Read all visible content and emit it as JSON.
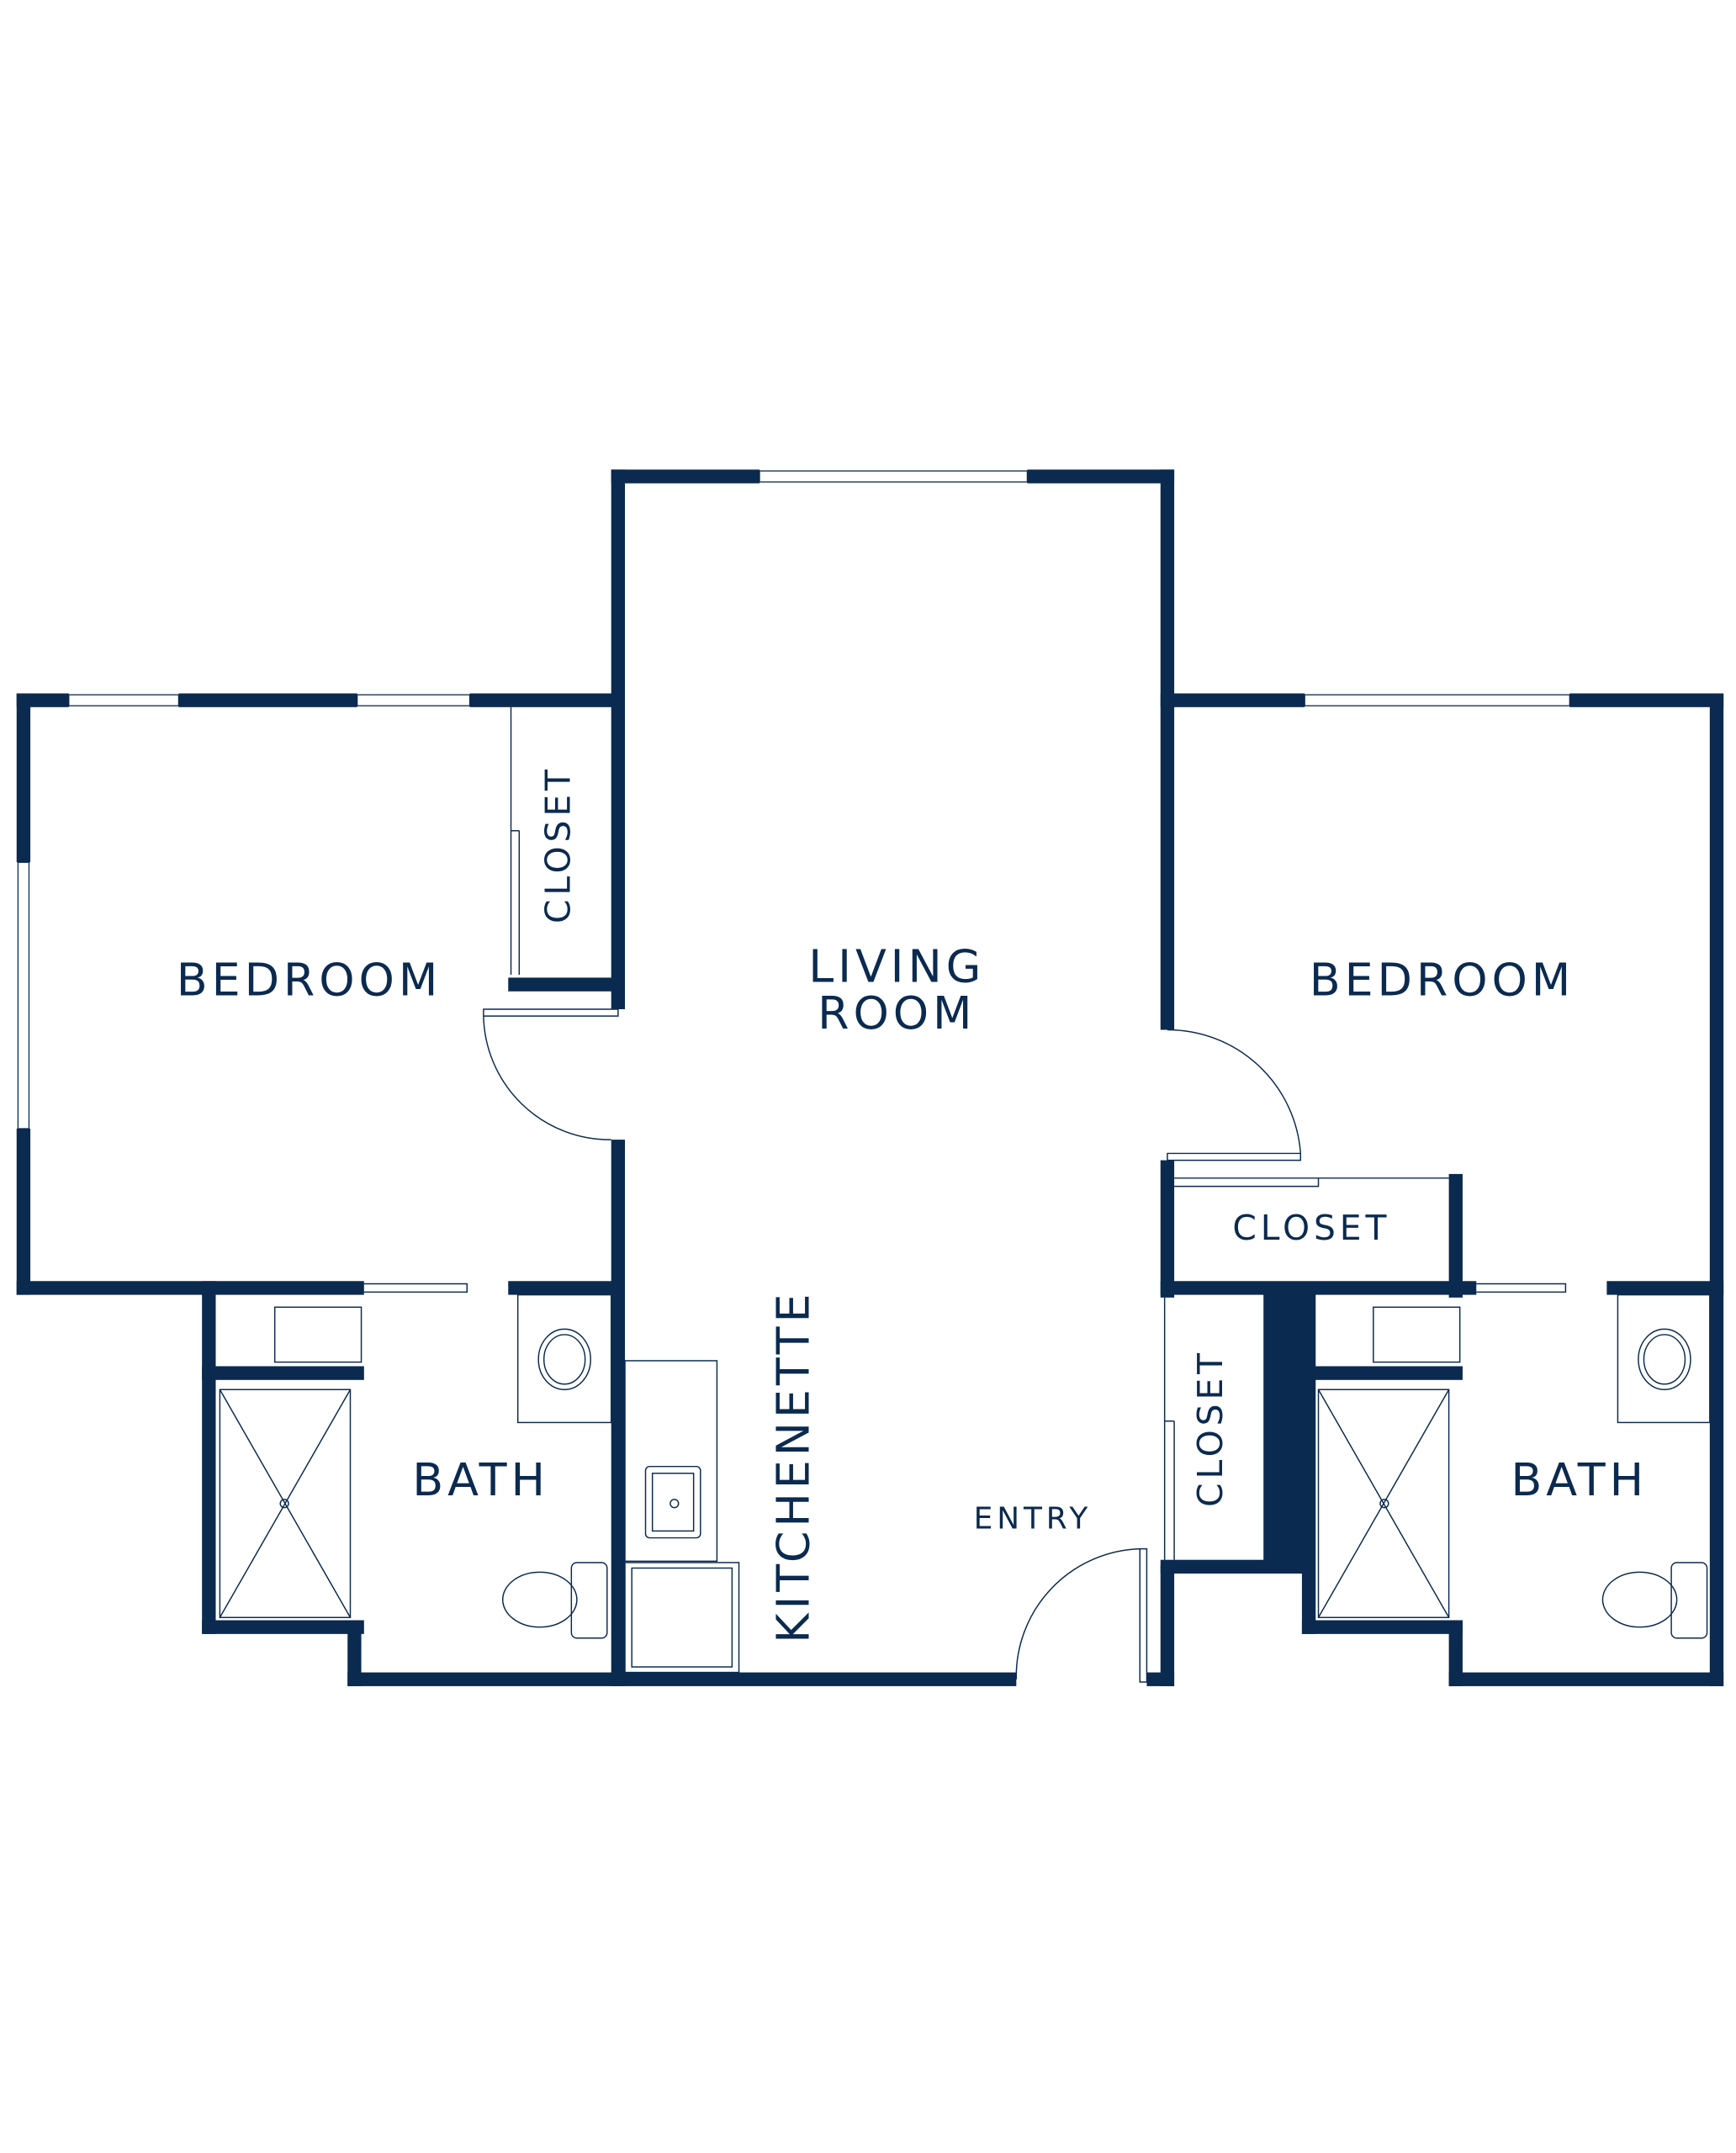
{
  "colors": {
    "wall": "#0b2a4f",
    "background": "#ffffff"
  },
  "rooms": {
    "living_line1": "LIVING",
    "living_line2": "ROOM",
    "bedroom_left": "BEDROOM",
    "bedroom_right": "BEDROOM",
    "closet_left": "CLOSET",
    "closet_right_upper": "CLOSET",
    "closet_right_lower": "CLOSET",
    "bath_left": "BATH",
    "bath_right": "BATH",
    "kitchenette": "KITCHENETTE",
    "entry": "ENTRY"
  }
}
